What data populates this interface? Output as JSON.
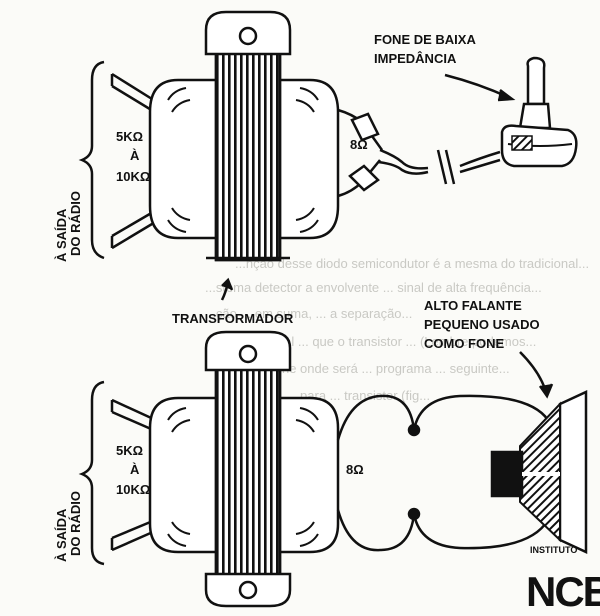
{
  "top_diagram": {
    "side_label_line1": "À SAÍDA",
    "side_label_line2": "DO RÁDIO",
    "impedance_primary_line1": "5KΩ",
    "impedance_primary_line2": "À",
    "impedance_primary_line3": "10KΩ",
    "impedance_secondary": "8Ω",
    "headphone_label_line1": "FONE DE BAIXA",
    "headphone_label_line2": "IMPEDÂNCIA",
    "transformer_label": "TRANSFORMADOR"
  },
  "bottom_diagram": {
    "side_label_line1": "À SAÍDA",
    "side_label_line2": "DO RÁDIO",
    "impedance_primary_line1": "5KΩ",
    "impedance_primary_line2": "À",
    "impedance_primary_line3": "10KΩ",
    "impedance_secondary": "8Ω",
    "speaker_label_line1": "ALTO FALANTE",
    "speaker_label_line2": "PEQUENO USADO",
    "speaker_label_line3": "COMO FONE"
  },
  "logo": {
    "line1": "INSTITUTO",
    "line2": "NCB"
  },
  "background_text": [
    "...nção desse diodo semicondutor é a mesma do tradicional...",
    "...stema detector a envolvente ... sinal de alta frequência...",
    "...ção ... em suma, ... a separação...",
    "... do sinal ... que o transistor ... (Lembre podemos...",
    "... um fone onde será ... programa ... seguinte...",
    "...e será ... para ... transistor (fig..."
  ],
  "colors": {
    "ink": "#111111",
    "paper": "#fbfbf8",
    "ghost": "#c9c9c4"
  }
}
